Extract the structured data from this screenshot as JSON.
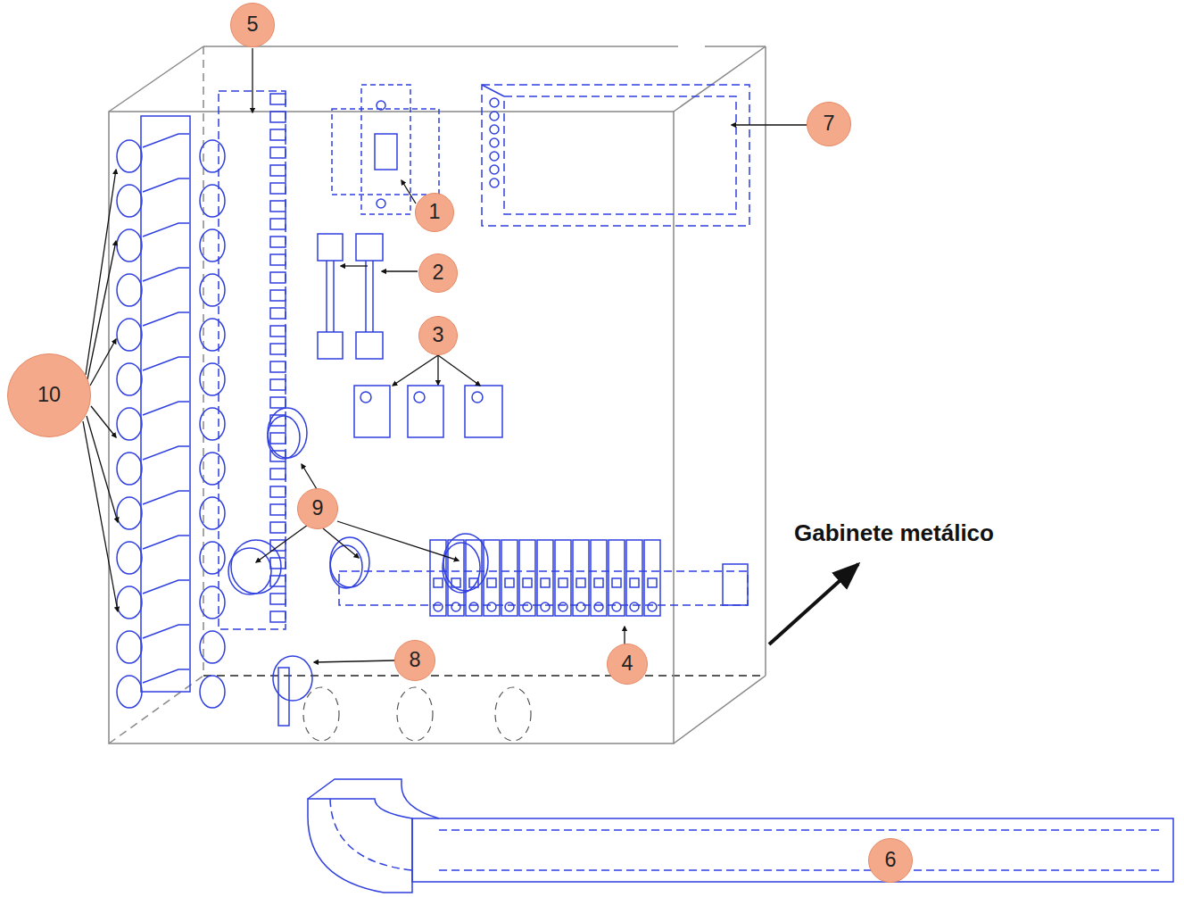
{
  "diagram": {
    "labels": [
      "5",
      "7",
      "1",
      "2",
      "3",
      "10",
      "9",
      "Gabinete metálico",
      "8",
      "4",
      "6"
    ]
  }
}
